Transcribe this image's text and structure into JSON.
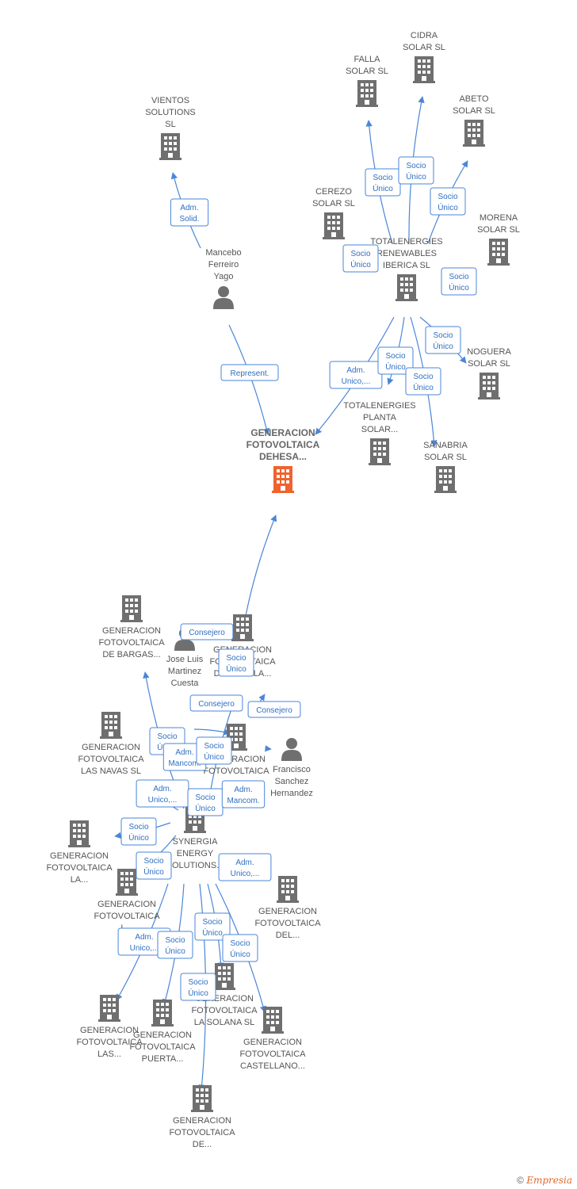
{
  "nodes": [
    {
      "id": "main",
      "type": "company",
      "main": true,
      "lines": [
        "GENERACION",
        "FOTOVOLTAICA",
        "DEHESA..."
      ]
    },
    {
      "id": "vientos",
      "type": "company",
      "lines": [
        "VIENTOS",
        "SOLUTIONS",
        "SL"
      ]
    },
    {
      "id": "mancebo",
      "type": "person",
      "lines": [
        "Mancebo",
        "Ferreiro",
        "Yago"
      ]
    },
    {
      "id": "falla",
      "type": "company",
      "lines": [
        "FALLA",
        "SOLAR  SL"
      ]
    },
    {
      "id": "cidra",
      "type": "company",
      "lines": [
        "CIDRA",
        "SOLAR  SL"
      ]
    },
    {
      "id": "abeto",
      "type": "company",
      "lines": [
        "ABETO",
        "SOLAR  SL"
      ]
    },
    {
      "id": "cerezo",
      "type": "company",
      "lines": [
        "CEREZO",
        "SOLAR  SL"
      ]
    },
    {
      "id": "morena",
      "type": "company",
      "lines": [
        "MORENA",
        "SOLAR  SL"
      ]
    },
    {
      "id": "totalen",
      "type": "company",
      "lines": [
        "TOTALENERGIES",
        "RENEWABLES",
        "IBERICA  SL"
      ]
    },
    {
      "id": "noguera",
      "type": "company",
      "lines": [
        "NOGUERA",
        "SOLAR  SL"
      ]
    },
    {
      "id": "totalplanta",
      "type": "company",
      "lines": [
        "TOTALENERGIES",
        "PLANTA",
        "SOLAR..."
      ]
    },
    {
      "id": "sanabria",
      "type": "company",
      "lines": [
        "SANABRIA",
        "SOLAR  SL"
      ]
    },
    {
      "id": "bargas",
      "type": "company",
      "lines": [
        "GENERACION",
        "FOTOVOLTAICA",
        "DE BARGAS..."
      ]
    },
    {
      "id": "jumilla",
      "type": "company",
      "lines": [
        "GENERACION",
        "FOTOVOLTAICA",
        "DE JUMILLA..."
      ]
    },
    {
      "id": "joseluis",
      "type": "person",
      "lines": [
        "Jose Luis",
        "Martinez",
        "Cuesta"
      ]
    },
    {
      "id": "navas",
      "type": "company",
      "lines": [
        "GENERACION",
        "FOTOVOLTAICA",
        "LAS NAVAS  SL"
      ]
    },
    {
      "id": "gfmid",
      "type": "company",
      "lines": [
        "GENERACION",
        "FOTOVOLTAICA"
      ]
    },
    {
      "id": "francisco",
      "type": "person",
      "lines": [
        "Francisco",
        "Sanchez",
        "Hernandez"
      ]
    },
    {
      "id": "synergia",
      "type": "company",
      "lines": [
        "SYNERGIA",
        "ENERGY",
        "SOLUTIONS..."
      ]
    },
    {
      "id": "gfla",
      "type": "company",
      "lines": [
        "GENERACION",
        "FOTOVOLTAICA",
        "LA..."
      ]
    },
    {
      "id": "gfl2",
      "type": "company",
      "lines": [
        "GENERACION",
        "FOTOVOLTAICA",
        "L..."
      ]
    },
    {
      "id": "gfdel",
      "type": "company",
      "lines": [
        "GENERACION",
        "FOTOVOLTAICA",
        "DEL..."
      ]
    },
    {
      "id": "gflas",
      "type": "company",
      "lines": [
        "GENERACION",
        "FOTOVOLTAICA",
        "LAS..."
      ]
    },
    {
      "id": "gfpuerta",
      "type": "company",
      "lines": [
        "GENERACION",
        "FOTOVOLTAICA",
        "PUERTA..."
      ]
    },
    {
      "id": "gfsolana",
      "type": "company",
      "lines": [
        "GENERACION",
        "FOTOVOLTAICA",
        "LA SOLANA  SL"
      ]
    },
    {
      "id": "gfcastellano",
      "type": "company",
      "lines": [
        "GENERACION",
        "FOTOVOLTAICA",
        "CASTELLANO..."
      ]
    },
    {
      "id": "gfde",
      "type": "company",
      "lines": [
        "GENERACION",
        "FOTOVOLTAICA",
        "DE..."
      ]
    }
  ],
  "relations": [
    {
      "id": "r1",
      "lines": [
        "Adm.",
        "Solid."
      ]
    },
    {
      "id": "r2",
      "lines": [
        "Represent."
      ]
    },
    {
      "id": "r3",
      "lines": [
        "Socio",
        "Único"
      ]
    },
    {
      "id": "r4",
      "lines": [
        "Socio",
        "Único"
      ]
    },
    {
      "id": "r5",
      "lines": [
        "Socio",
        "Único"
      ]
    },
    {
      "id": "r6",
      "lines": [
        "Socio",
        "Único"
      ]
    },
    {
      "id": "r7",
      "lines": [
        "Socio",
        "Único"
      ]
    },
    {
      "id": "r8",
      "lines": [
        "Socio",
        "Único"
      ]
    },
    {
      "id": "r9",
      "lines": [
        "Adm.",
        "Unico,..."
      ]
    },
    {
      "id": "r10",
      "lines": [
        "Socio",
        "Único"
      ]
    },
    {
      "id": "r11",
      "lines": [
        "Socio",
        "Único"
      ]
    },
    {
      "id": "r12",
      "lines": [
        "Consejero"
      ]
    },
    {
      "id": "r13",
      "lines": [
        "Socio",
        "Único"
      ]
    },
    {
      "id": "r14",
      "lines": [
        "Consejero"
      ]
    },
    {
      "id": "r15",
      "lines": [
        "Consejero"
      ]
    },
    {
      "id": "r16",
      "lines": [
        "Socio",
        "Único"
      ]
    },
    {
      "id": "r17",
      "lines": [
        "Adm.",
        "Mancom."
      ]
    },
    {
      "id": "r18",
      "lines": [
        "Socio",
        "Único"
      ]
    },
    {
      "id": "r19",
      "lines": [
        "Adm.",
        "Unico,..."
      ]
    },
    {
      "id": "r20",
      "lines": [
        "Socio",
        "Único"
      ]
    },
    {
      "id": "r21",
      "lines": [
        "Adm.",
        "Mancom."
      ]
    },
    {
      "id": "r22",
      "lines": [
        "Socio",
        "Único"
      ]
    },
    {
      "id": "r23",
      "lines": [
        "Socio",
        "Único"
      ]
    },
    {
      "id": "r24",
      "lines": [
        "Adm.",
        "Unico,..."
      ]
    },
    {
      "id": "r25",
      "lines": [
        "Socio",
        "Único"
      ]
    },
    {
      "id": "r26",
      "lines": [
        "Adm.",
        "Unico,..."
      ]
    },
    {
      "id": "r27",
      "lines": [
        "Socio",
        "Único"
      ]
    },
    {
      "id": "r28",
      "lines": [
        "Socio",
        "Único"
      ]
    },
    {
      "id": "r29",
      "lines": [
        "Socio",
        "Único"
      ]
    }
  ],
  "footer": {
    "copyright": "©",
    "brand": "Empresia"
  },
  "colors": {
    "edge": "#4a86d8",
    "building": "#6f6f6f",
    "main_building": "#f0622e",
    "person": "#6f6f6f"
  }
}
